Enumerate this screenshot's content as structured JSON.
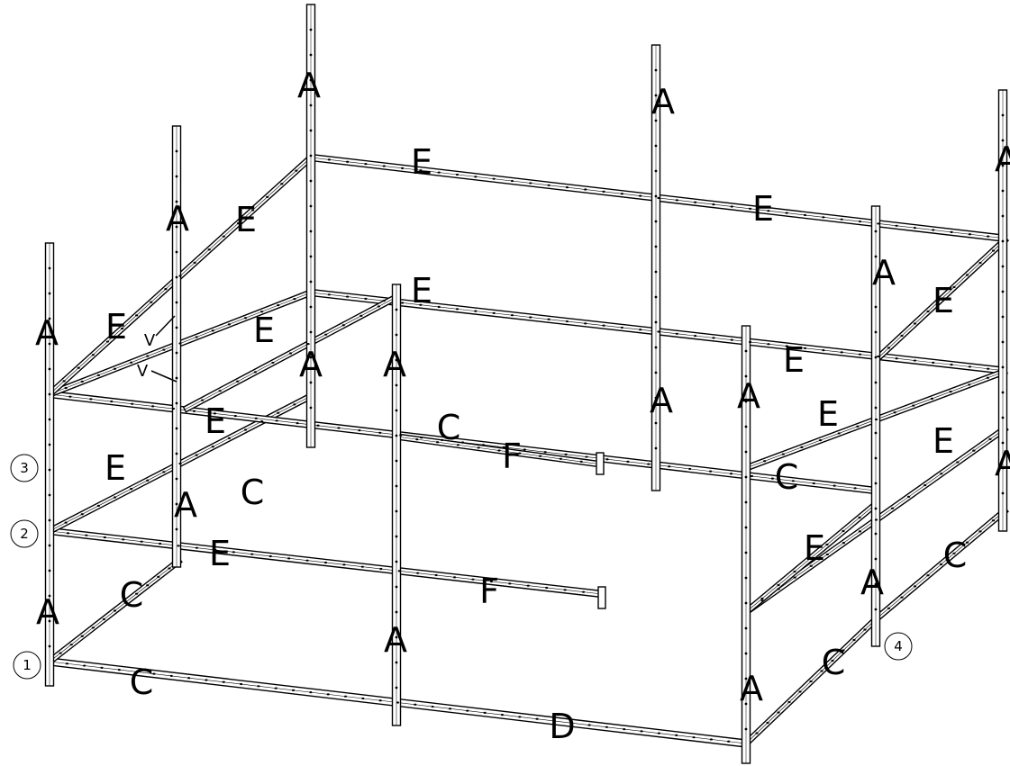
{
  "labels": {
    "post": "A",
    "long_rail": "E",
    "cross_rail": "C",
    "front_rail": "D",
    "stub_rail": "F",
    "bracket": "V"
  },
  "levels": {
    "level_1": "1",
    "level_2": "2",
    "level_3": "3",
    "level_4": "4"
  },
  "colors": {
    "line": "#000000",
    "background": "#ffffff"
  }
}
